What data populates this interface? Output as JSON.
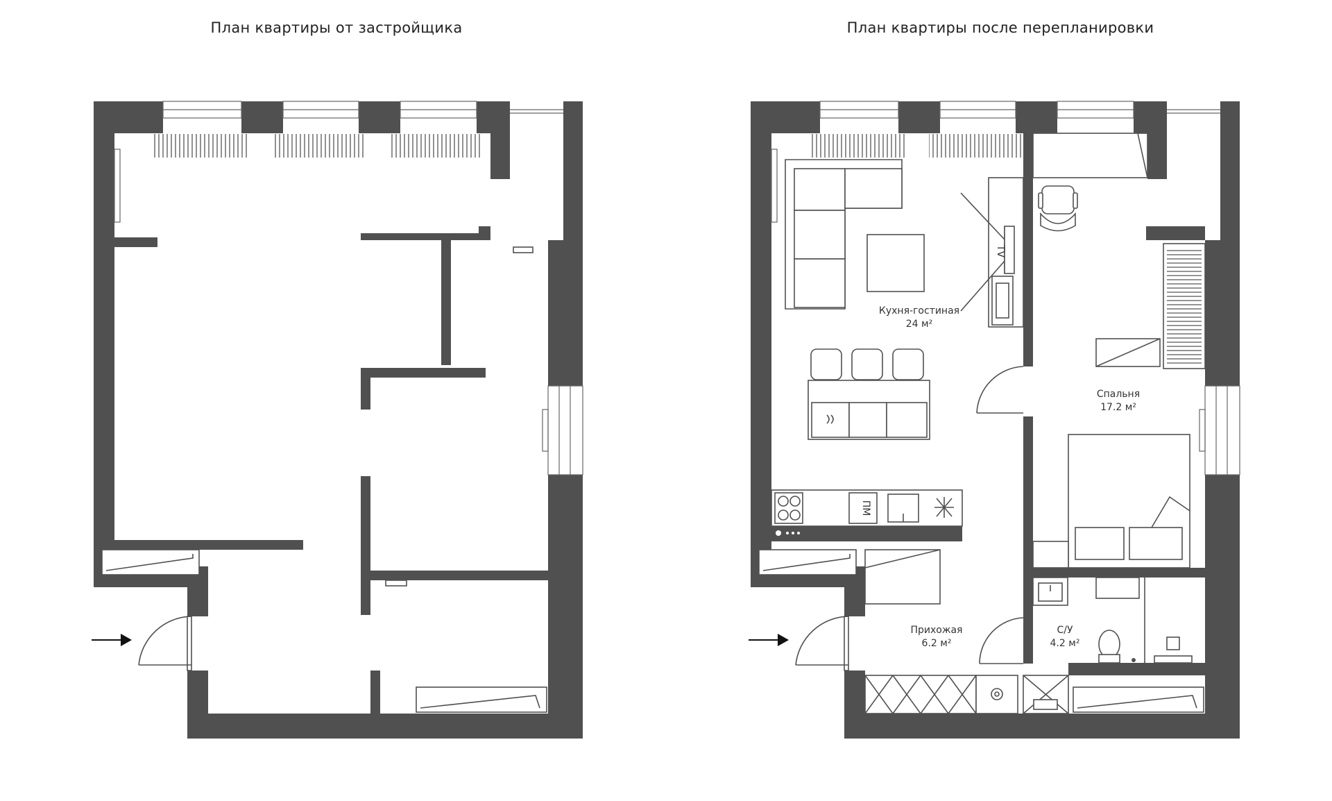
{
  "titles": {
    "left": "План квартиры от застройщика",
    "right": "План квартиры после перепланировки"
  },
  "rooms": {
    "kitchen_living": {
      "name": "Кухня-гостиная",
      "area": "24 м²"
    },
    "bedroom": {
      "name": "Спальня",
      "area": "17.2 м²"
    },
    "hallway": {
      "name": "Прихожая",
      "area": "6.2 м²"
    },
    "bathroom": {
      "name": "С/У",
      "area": "4.2 м²"
    }
  },
  "appliances": {
    "tv": "TV",
    "dishwasher": "ПМ"
  },
  "icons": {
    "entrance_left": "entrance-arrow-icon",
    "entrance_right": "entrance-arrow-icon"
  },
  "colors": {
    "wall": "#505050",
    "background": "#ffffff"
  }
}
